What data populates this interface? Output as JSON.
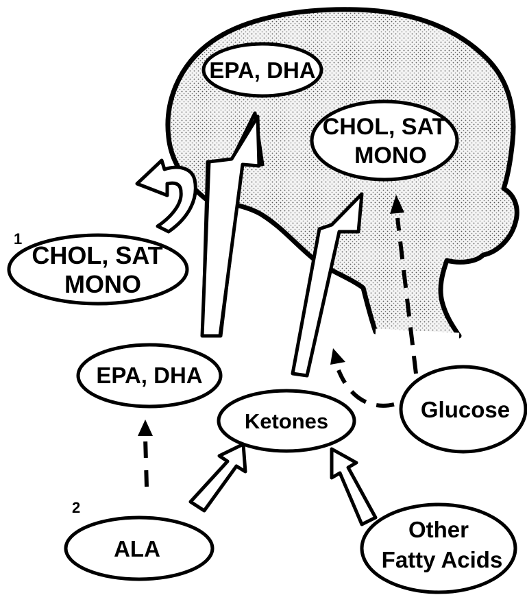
{
  "nodes": {
    "brain_epa_dha": "EPA, DHA",
    "brain_chol_line1": "CHOL, SAT",
    "brain_chol_line2": "MONO",
    "left_chol_line1": "CHOL, SAT",
    "left_chol_line2": "MONO",
    "epa_dha": "EPA, DHA",
    "ketones": "Ketones",
    "glucose": "Glucose",
    "ala": "ALA",
    "other_line1": "Other",
    "other_line2": "Fatty Acids"
  },
  "markers": {
    "one": "1",
    "two": "2"
  }
}
